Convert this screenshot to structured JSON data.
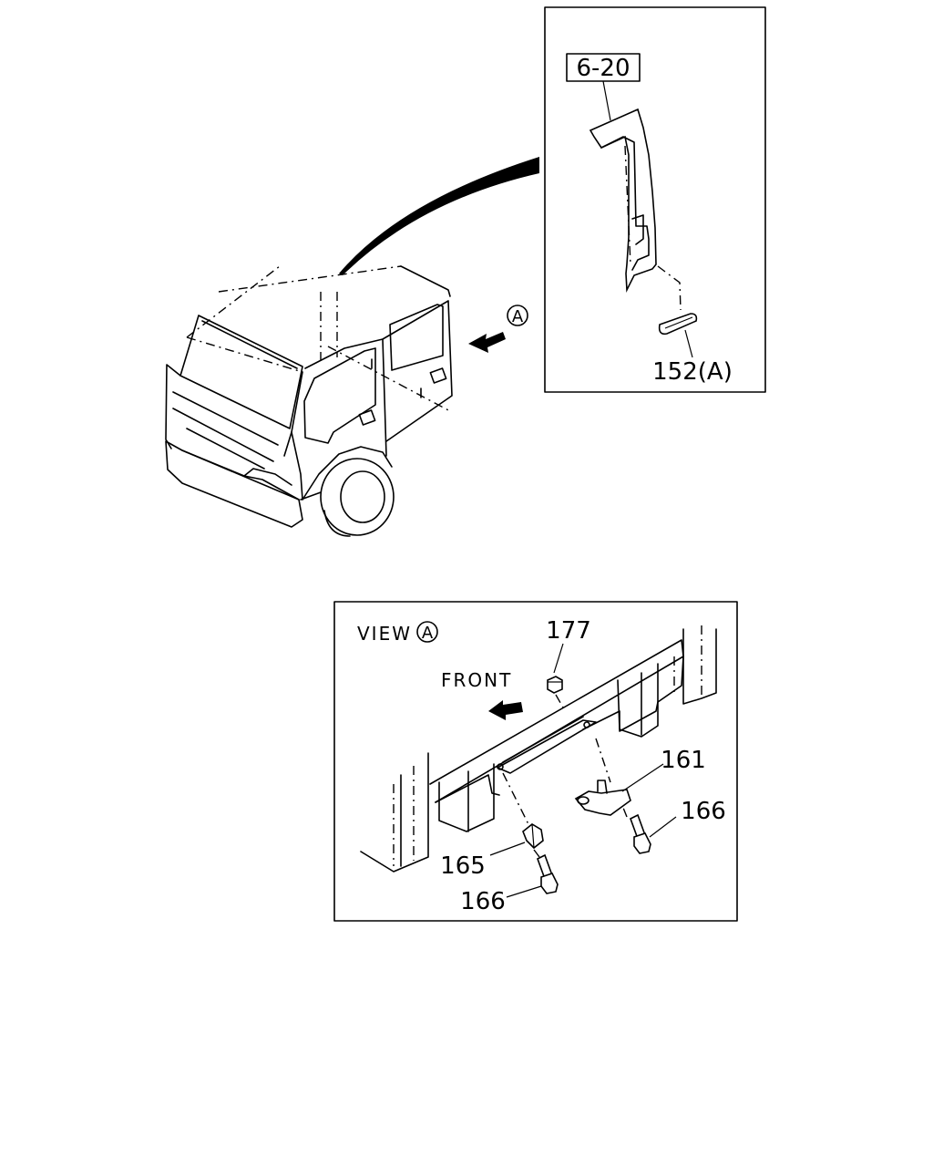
{
  "top_detail": {
    "ref_label": "6-20",
    "part_label": "152(A)",
    "view_marker": "A"
  },
  "bottom_view": {
    "view_title": "VIEW",
    "view_marker": "A",
    "direction_label": "FRONT",
    "parts": {
      "p177": "177",
      "p161": "161",
      "p166_right": "166",
      "p165": "165",
      "p166_left": "166"
    }
  }
}
